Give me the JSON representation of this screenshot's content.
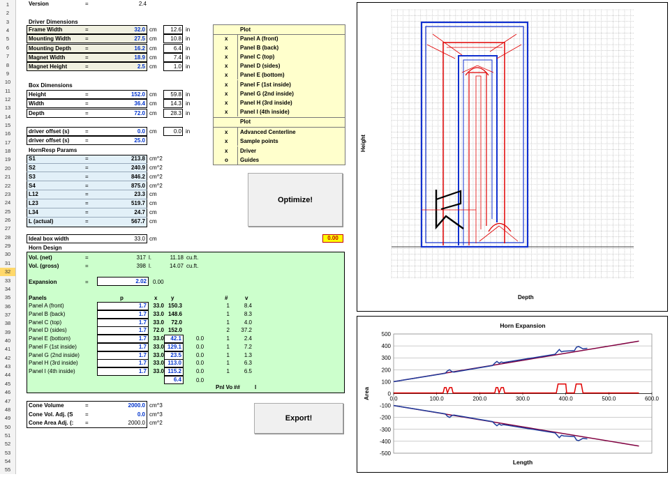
{
  "version": {
    "label": "Version",
    "eq": "=",
    "value": "2.4"
  },
  "driver": {
    "title": "Driver Dimensions",
    "rows": [
      {
        "label": "Frame Width",
        "value": "32.0",
        "unit": "cm",
        "inch": "12.6",
        "iunit": "in"
      },
      {
        "label": "Mounting Width",
        "value": "27.5",
        "unit": "cm",
        "inch": "10.8",
        "iunit": "in"
      },
      {
        "label": "Mounting Depth",
        "value": "16.2",
        "unit": "cm",
        "inch": "6.4",
        "iunit": "in"
      },
      {
        "label": "Magnet Width",
        "value": "18.9",
        "unit": "cm",
        "inch": "7.4",
        "iunit": "in"
      },
      {
        "label": "Magnet Height",
        "value": "2.5",
        "unit": "cm",
        "inch": "1.0",
        "iunit": "in"
      }
    ]
  },
  "box": {
    "title": "Box Dimensions",
    "rows": [
      {
        "label": "Height",
        "value": "152.0",
        "unit": "cm",
        "inch": "59.8",
        "iunit": "in"
      },
      {
        "label": "Width",
        "value": "36.4",
        "unit": "cm",
        "inch": "14.3",
        "iunit": "in"
      },
      {
        "label": "Depth",
        "value": "72.0",
        "unit": "cm",
        "inch": "28.3",
        "iunit": "in"
      }
    ]
  },
  "offset": [
    {
      "label": "driver offset (s)",
      "value": "0.0",
      "unit": "cm",
      "inch": "0.0",
      "iunit": "in"
    },
    {
      "label": "driver offset (s)",
      "value": "25.0"
    }
  ],
  "hornresp": {
    "title": "HornResp Params",
    "rows": [
      {
        "label": "S1",
        "value": "213.8",
        "unit": "cm^2"
      },
      {
        "label": "S2",
        "value": "240.9",
        "unit": "cm^2"
      },
      {
        "label": "S3",
        "value": "846.2",
        "unit": "cm^2"
      },
      {
        "label": "S4",
        "value": "875.0",
        "unit": "cm^2"
      },
      {
        "label": "L12",
        "value": "23.3",
        "unit": "cm"
      },
      {
        "label": "L23",
        "value": "519.7",
        "unit": "cm"
      },
      {
        "label": "L34",
        "value": "24.7",
        "unit": "cm"
      },
      {
        "label": "L (actual)",
        "value": "567.7",
        "unit": "cm"
      }
    ]
  },
  "ideal": {
    "label": "Ideal box width",
    "value": "33.0",
    "unit": "cm",
    "flag": "0.00"
  },
  "horn": {
    "title": "Horn Design",
    "vol_net": {
      "label": "Vol. (net)",
      "value": "317",
      "unit": "l.",
      "cuft": "11.18",
      "cuunit": "cu.ft."
    },
    "vol_gross": {
      "label": "Vol. (gross)",
      "value": "398",
      "unit": "l.",
      "cuft": "14.07",
      "cuunit": "cu.ft."
    },
    "expansion": {
      "label": "Expansion",
      "value": "2.02",
      "extra": "0.00"
    },
    "headers": {
      "panels": "Panels",
      "p": "p",
      "x": "x",
      "y": "y",
      "n": "#",
      "v": "v"
    },
    "panels": [
      {
        "name": "Panel A (front)",
        "p": "1.7",
        "x": "33.0",
        "y": "150.3",
        "e": "",
        "n": "1",
        "v": "8.4"
      },
      {
        "name": "Panel B (back)",
        "p": "1.7",
        "x": "33.0",
        "y": "148.6",
        "e": "",
        "n": "1",
        "v": "8.3"
      },
      {
        "name": "Panel C (top)",
        "p": "1.7",
        "x": "33.0",
        "y": "72.0",
        "e": "",
        "n": "1",
        "v": "4.0"
      },
      {
        "name": "Panel D (sides)",
        "p": "1.7",
        "x": "72.0",
        "y": "152.0",
        "e": "",
        "n": "2",
        "v": "37.2"
      },
      {
        "name": "Panel E (bottom)",
        "p": "1.7",
        "x": "33.0",
        "y": "42.1",
        "e": "0.0",
        "n": "1",
        "v": "2.4"
      },
      {
        "name": "Panel F (1st inside)",
        "p": "1.7",
        "x": "33.0",
        "y": "129.1",
        "e": "0.0",
        "n": "1",
        "v": "7.2"
      },
      {
        "name": "Panel G (2nd inside)",
        "p": "1.7",
        "x": "33.0",
        "y": "23.5",
        "e": "0.0",
        "n": "1",
        "v": "1.3"
      },
      {
        "name": "Panel H (3rd inside)",
        "p": "1.7",
        "x": "33.0",
        "y": "113.0",
        "e": "0.0",
        "n": "1",
        "v": "6.3"
      },
      {
        "name": "Panel I (4th inside)",
        "p": "1.7",
        "x": "33.0",
        "y": "115.2",
        "e": "0.0",
        "n": "1",
        "v": "6.5"
      }
    ],
    "total": {
      "y": "6.4",
      "e": "0.0"
    },
    "pnl": {
      "label": "Pnl Vo",
      "hash": "##",
      "unit": "l"
    }
  },
  "cone": [
    {
      "label": "Cone Volume",
      "eq": "=",
      "value": "2000.0",
      "unit": "cm^3"
    },
    {
      "label": "Cone Vol. Adj. (S",
      "eq": "=",
      "value": "0.0",
      "unit": "cm^3"
    },
    {
      "label": "Cone Area Adj. (:",
      "eq": "=",
      "value": "2000.0",
      "unit": "cm^2"
    }
  ],
  "plot": {
    "header1": "Plot",
    "items1": [
      {
        "mark": "x",
        "label": "Panel A (front)"
      },
      {
        "mark": "x",
        "label": "Panel B (back)"
      },
      {
        "mark": "x",
        "label": "Panel C (top)"
      },
      {
        "mark": "x",
        "label": "Panel D (sides)"
      },
      {
        "mark": "x",
        "label": "Panel E (bottom)"
      },
      {
        "mark": "x",
        "label": "Panel F (1st inside)"
      },
      {
        "mark": "x",
        "label": "Panel G (2nd inside)"
      },
      {
        "mark": "x",
        "label": "Panel H (3rd inside)"
      },
      {
        "mark": "x",
        "label": "Panel I (4th inside)"
      }
    ],
    "header2": "Plot",
    "items2": [
      {
        "mark": "x",
        "label": "Advanced Centerline"
      },
      {
        "mark": "x",
        "label": "Sample points"
      },
      {
        "mark": "x",
        "label": "Driver"
      },
      {
        "mark": "o",
        "label": "Guides"
      }
    ]
  },
  "buttons": {
    "optimize": "Optimize!",
    "export": "Export!"
  },
  "diagram": {
    "xlabel": "Depth",
    "ylabel": "Height"
  },
  "chart_data": {
    "type": "line",
    "title": "Horn Expansion",
    "xlabel": "Length",
    "ylabel": "Area",
    "xlim": [
      0,
      600
    ],
    "ylim": [
      -500,
      500
    ],
    "xticks": [
      "0.0",
      "100.0",
      "200.0",
      "300.0",
      "400.0",
      "500.0",
      "600.0"
    ],
    "yticks": [
      "500",
      "400",
      "300",
      "200",
      "100",
      "0",
      "-100",
      "-200",
      "-300",
      "-400",
      "-500"
    ],
    "series": [
      {
        "color": "#800040",
        "x": [
          0,
          570
        ],
        "y": [
          100,
          440
        ]
      },
      {
        "color": "#800040",
        "x": [
          0,
          570
        ],
        "y": [
          -100,
          -440
        ]
      },
      {
        "color": "#1f3c9c",
        "x": [
          0,
          120,
          125,
          130,
          135,
          140,
          230,
          235,
          240,
          245,
          250,
          255,
          375,
          380,
          385,
          390,
          395,
          420,
          425,
          430,
          435,
          440,
          450
        ],
        "y": [
          100,
          170,
          190,
          200,
          185,
          180,
          235,
          255,
          270,
          255,
          265,
          260,
          330,
          350,
          370,
          350,
          355,
          360,
          390,
          395,
          385,
          375,
          380
        ]
      },
      {
        "color": "#1f3c9c",
        "x": [
          0,
          120,
          125,
          130,
          135,
          140,
          230,
          235,
          240,
          245,
          250,
          255,
          375,
          380,
          385,
          390,
          395,
          420,
          425,
          430,
          435,
          440,
          450
        ],
        "y": [
          -100,
          -170,
          -190,
          -200,
          -185,
          -180,
          -235,
          -255,
          -270,
          -255,
          -265,
          -260,
          -330,
          -350,
          -370,
          -350,
          -355,
          -360,
          -390,
          -395,
          -385,
          -375,
          -380
        ]
      },
      {
        "color": "#e00000",
        "x": [
          0,
          115,
          118,
          122,
          125,
          130,
          135,
          138,
          142,
          235,
          238,
          242,
          245,
          250,
          255,
          258,
          262,
          378,
          382,
          388,
          395,
          400,
          402,
          420,
          424,
          430,
          436,
          440,
          570
        ],
        "y": [
          5,
          5,
          50,
          50,
          5,
          50,
          50,
          5,
          5,
          5,
          50,
          50,
          5,
          50,
          50,
          5,
          5,
          5,
          80,
          80,
          80,
          80,
          5,
          5,
          80,
          80,
          80,
          5,
          5
        ]
      }
    ]
  }
}
